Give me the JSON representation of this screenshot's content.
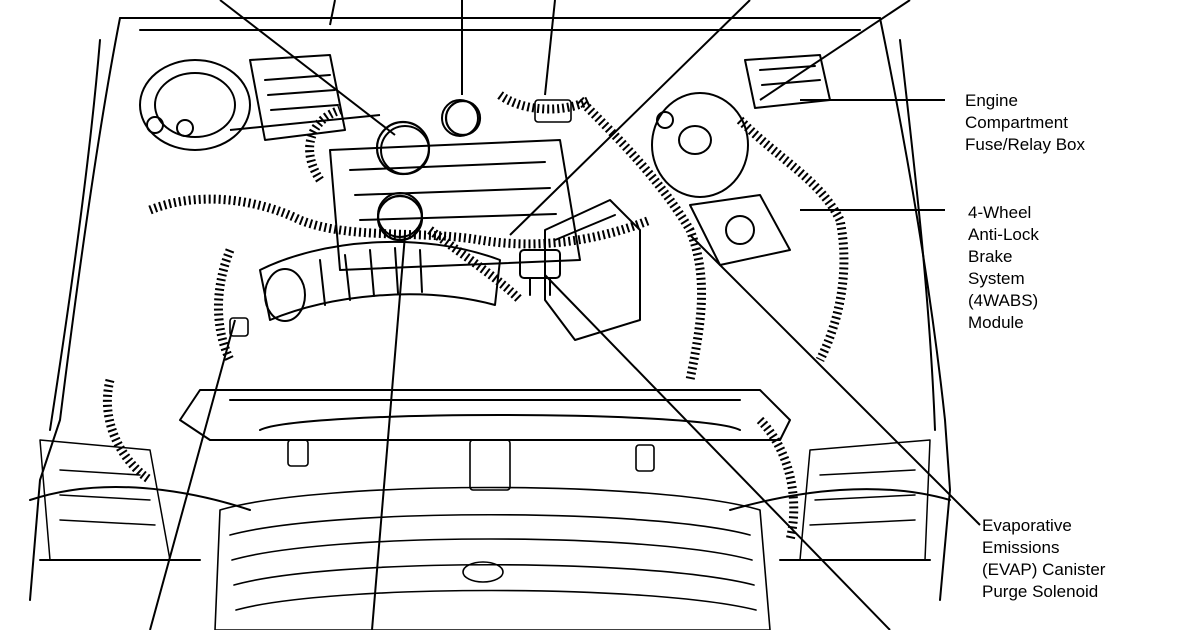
{
  "callouts": {
    "fuse_relay_box": [
      "Engine",
      "Compartment",
      "Fuse/Relay Box"
    ],
    "abs_module": [
      "4-Wheel",
      "Anti-Lock",
      "Brake",
      "System",
      "(4WABS)",
      "Module"
    ],
    "evap_solenoid": [
      "Evaporative",
      "Emissions",
      "(EVAP) Canister",
      "Purge Solenoid"
    ]
  },
  "colors": {
    "ink": "#000000",
    "paper": "#ffffff"
  }
}
